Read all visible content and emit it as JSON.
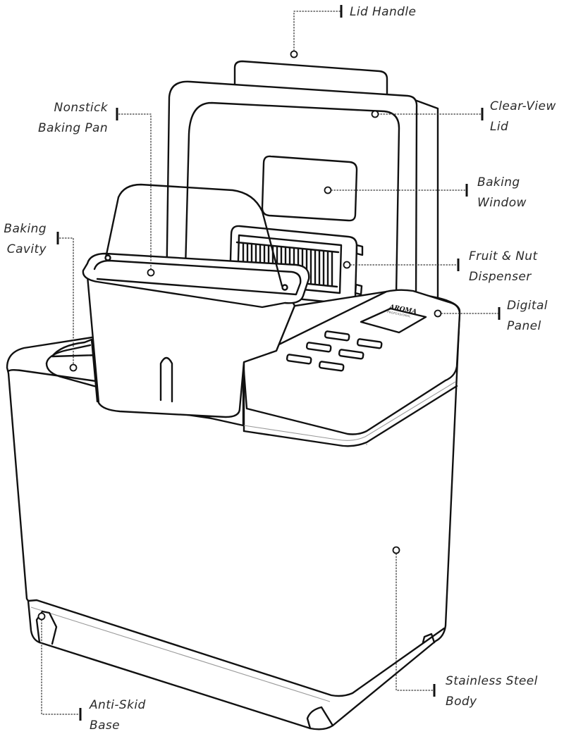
{
  "brand": {
    "name": "AROMA",
    "tagline": "PROFESSIONAL"
  },
  "labels": {
    "lid_handle": {
      "line1": "Lid Handle"
    },
    "nonstick_baking_pan": {
      "line1": "Nonstick",
      "line2": "Baking Pan"
    },
    "clear_view_lid": {
      "line1": "Clear-View",
      "line2": "Lid"
    },
    "baking_window": {
      "line1": "Baking",
      "line2": "Window"
    },
    "baking_cavity": {
      "line1": "Baking",
      "line2": "Cavity"
    },
    "fruit_nut_dispenser": {
      "line1": "Fruit & Nut",
      "line2": "Dispenser"
    },
    "digital_panel": {
      "line1": "Digital",
      "line2": "Panel"
    },
    "stainless_steel_body": {
      "line1": "Stainless Steel",
      "line2": "Body"
    },
    "anti_skid_base": {
      "line1": "Anti-Skid",
      "line2": "Base"
    }
  },
  "colors": {
    "outline": "#111111",
    "label_text": "#2a2a2a",
    "background": "#ffffff"
  }
}
